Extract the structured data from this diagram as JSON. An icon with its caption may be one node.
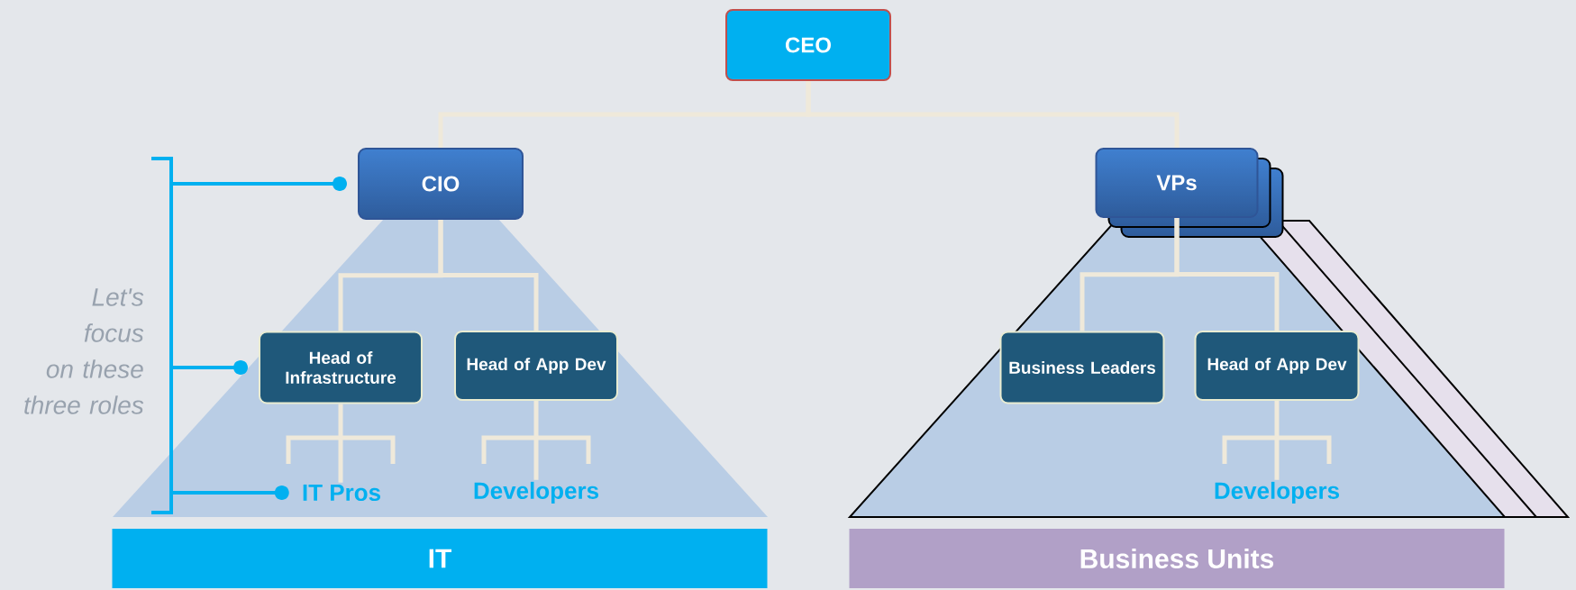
{
  "diagram": {
    "nodes": [
      {
        "text": [
          "CEO"
        ]
      },
      {
        "text": [
          "CIO"
        ]
      },
      {
        "text": [
          "VPs"
        ]
      },
      {
        "text": [
          "Head of Infrastructure"
        ]
      },
      {
        "text": [
          "Head of App Dev"
        ]
      },
      {
        "text": [
          "IT Pros"
        ]
      },
      {
        "text": [
          "Developers"
        ]
      },
      {
        "text": [
          "Business Leaders"
        ]
      },
      {
        "text": [
          "Head of App Dev"
        ]
      },
      {
        "text": [
          "Developers"
        ]
      },
      {
        "text": [
          "IT"
        ]
      },
      {
        "text": [
          "Business Units"
        ]
      },
      {
        "text": [
          "Let's focus on these three roles"
        ]
      }
    ],
    "edges": [
      {
        "from": 0,
        "to": 1,
        "arrow": "none"
      },
      {
        "from": 0,
        "to": 2,
        "arrow": "none"
      },
      {
        "from": 1,
        "to": 3,
        "arrow": "none"
      },
      {
        "from": 1,
        "to": 4,
        "arrow": "none"
      },
      {
        "from": 3,
        "to": 5,
        "arrow": "none"
      },
      {
        "from": 4,
        "to": 6,
        "arrow": "none"
      },
      {
        "from": 2,
        "to": 7,
        "arrow": "none"
      },
      {
        "from": 2,
        "to": 8,
        "arrow": "none"
      },
      {
        "from": 8,
        "to": 9,
        "arrow": "none"
      },
      {
        "from": 12,
        "to": 1,
        "arrow": "other",
        "color": "#00b0f0"
      },
      {
        "from": 12,
        "to": 3,
        "arrow": "other",
        "color": "#00b0f0"
      },
      {
        "from": 12,
        "to": 5,
        "arrow": "other",
        "color": "#00b0f0"
      }
    ]
  }
}
